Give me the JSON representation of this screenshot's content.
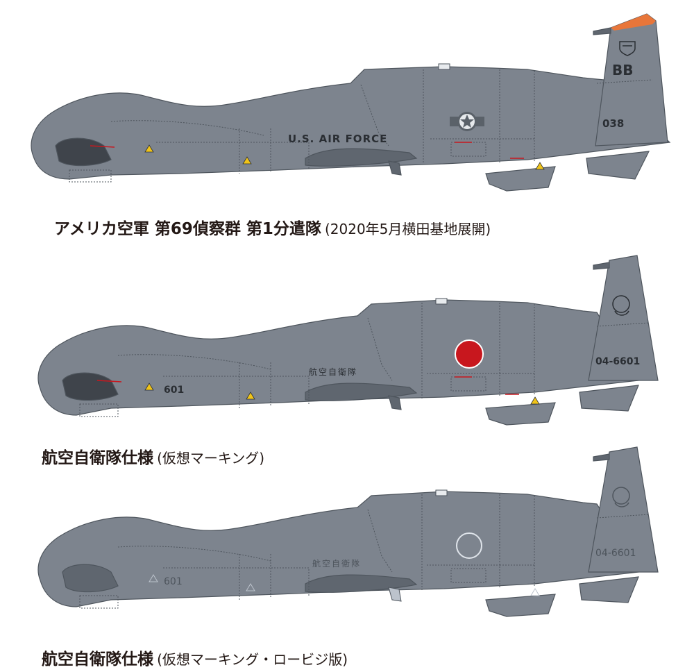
{
  "colors": {
    "hull": "#7d848e",
    "hull_dark": "#5f666f",
    "panel_line": "#4e555d",
    "intake": "#3f444b",
    "tail_tip": "#e8763a",
    "hinomaru": "#c8171e",
    "lowvis_marking": "#bcc3cc",
    "warning_yellow": "#f0c419",
    "text_dark": "#2a2e33"
  },
  "profiles": [
    {
      "caption_main": "アメリカ空軍 第69偵察群 第1分遣隊",
      "caption_sub": "(2020年5月横田基地展開)",
      "markings": {
        "fuselage_text": "U.S. AIR FORCE",
        "nose_number": "",
        "tail_code": "BB",
        "tail_number": "038",
        "insignia": "usaf-star-icon"
      }
    },
    {
      "caption_main": "航空自衛隊仕様",
      "caption_sub": "(仮想マーキング)",
      "markings": {
        "fuselage_text": "航空自衛隊",
        "nose_number": "601",
        "tail_code": "",
        "tail_number": "04-6601",
        "insignia": "hinomaru-icon"
      }
    },
    {
      "caption_main": "航空自衛隊仕様",
      "caption_sub": "(仮想マーキング・ロービジ版)",
      "markings": {
        "fuselage_text": "航空自衛隊",
        "nose_number": "601",
        "tail_code": "",
        "tail_number": "04-6601",
        "insignia": "lowvis-hinomaru-icon"
      }
    }
  ]
}
